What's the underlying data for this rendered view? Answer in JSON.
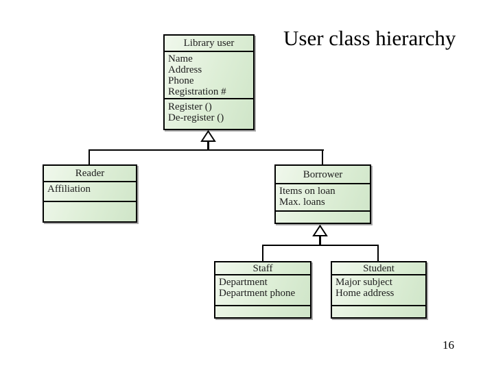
{
  "slide": {
    "title": "User class hierarchy",
    "page_number": "16"
  },
  "diagram": {
    "type": "uml-class-hierarchy",
    "colors": {
      "box_fill_light": "#f0f8ec",
      "box_fill_dark": "#cfe5c8",
      "box_border": "#000000",
      "box_shadow": "#a9a9a9",
      "text": "#1c1c1c",
      "background": "#ffffff"
    },
    "classes": [
      {
        "name": "Library user",
        "attributes": [
          "Name",
          "Address",
          "Phone",
          "Registration #"
        ],
        "methods": [
          "Register ()",
          "De-register ()"
        ]
      },
      {
        "name": "Reader",
        "attributes": [
          "Affiliation"
        ],
        "methods": []
      },
      {
        "name": "Borrower",
        "attributes": [
          "Items on loan",
          "Max. loans"
        ],
        "methods": []
      },
      {
        "name": "Staff",
        "attributes": [
          "Department",
          "Department phone"
        ],
        "methods": []
      },
      {
        "name": "Student",
        "attributes": [
          "Major subject",
          "Home address"
        ],
        "methods": []
      }
    ],
    "relationships": [
      {
        "type": "generalization",
        "parent": "Library user",
        "children": [
          "Reader",
          "Borrower"
        ]
      },
      {
        "type": "generalization",
        "parent": "Borrower",
        "children": [
          "Staff",
          "Student"
        ]
      }
    ]
  }
}
